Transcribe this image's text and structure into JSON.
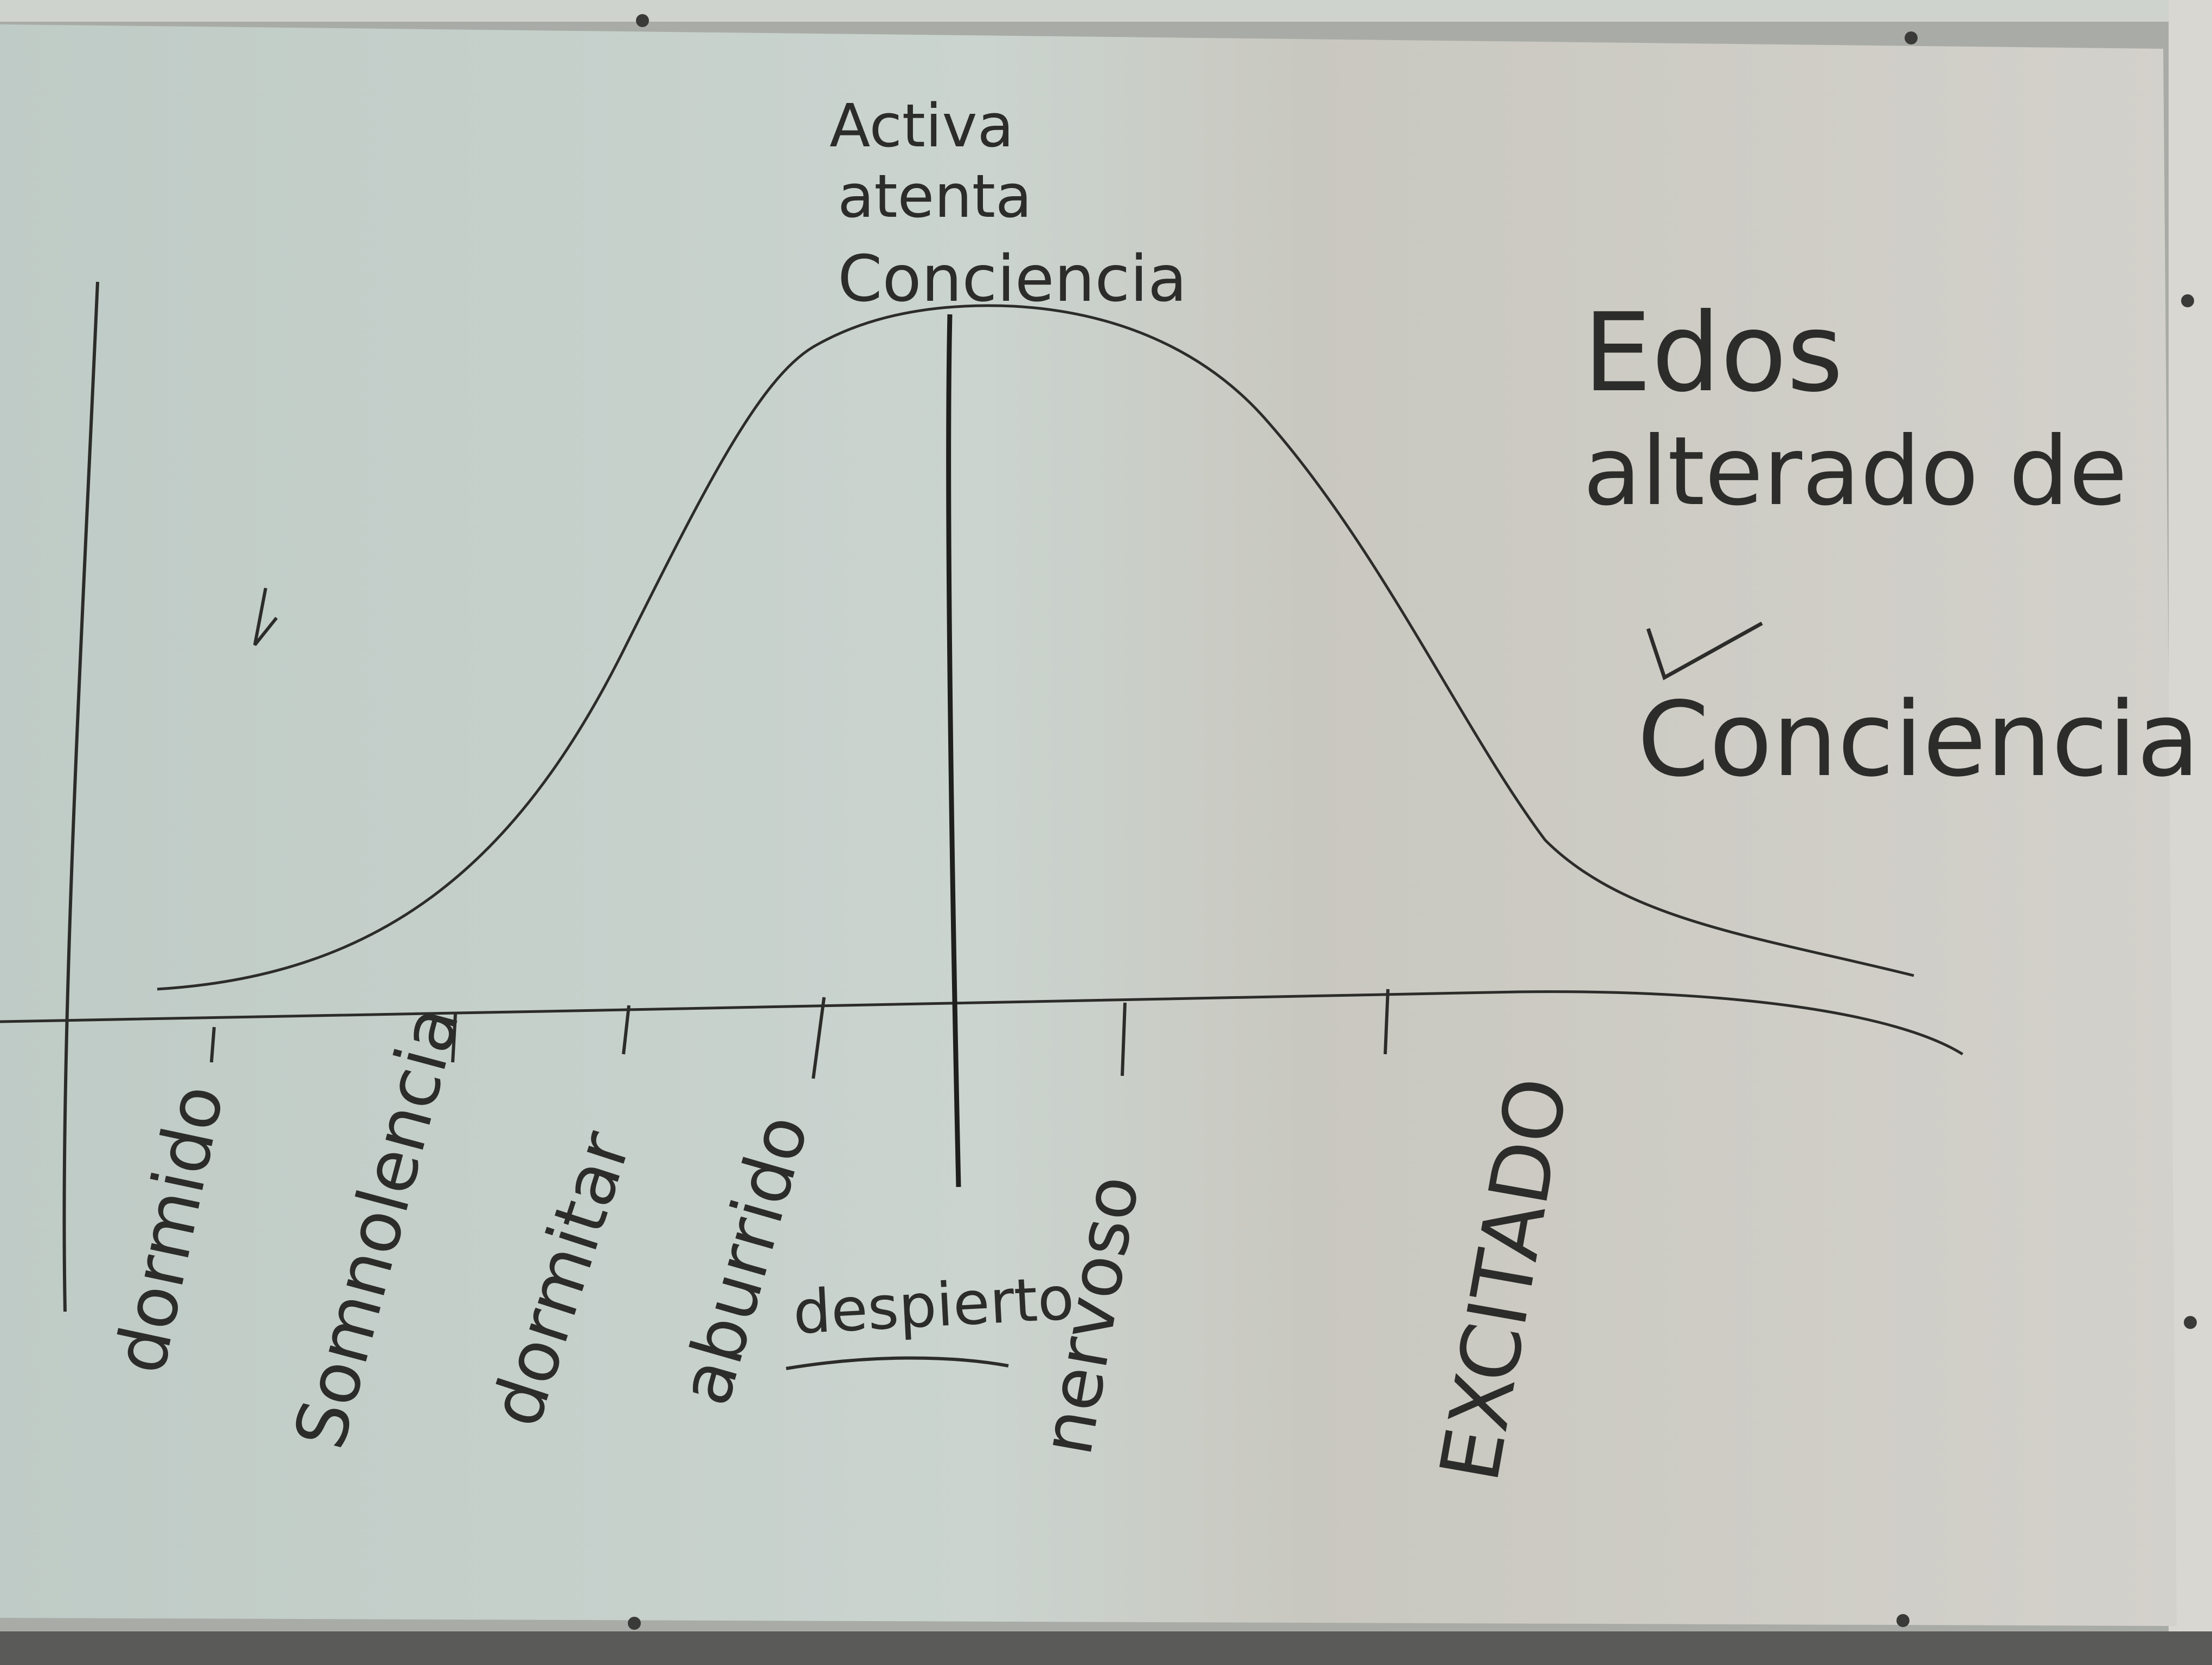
{
  "whiteboard": {
    "peak_label": [
      "Activa",
      "atenta",
      "Conciencia"
    ],
    "side_note": [
      "Edos",
      "alterado de",
      "Conciencia"
    ],
    "axis_labels": [
      "dormido",
      "Somnolencia",
      "dormitar",
      "aburrido",
      "despierto",
      "nervoso",
      "EXCITADO"
    ]
  },
  "colors": {
    "board": "#dcdfd8",
    "marker": "#2c2c2a",
    "frame": "#8a8d88"
  }
}
